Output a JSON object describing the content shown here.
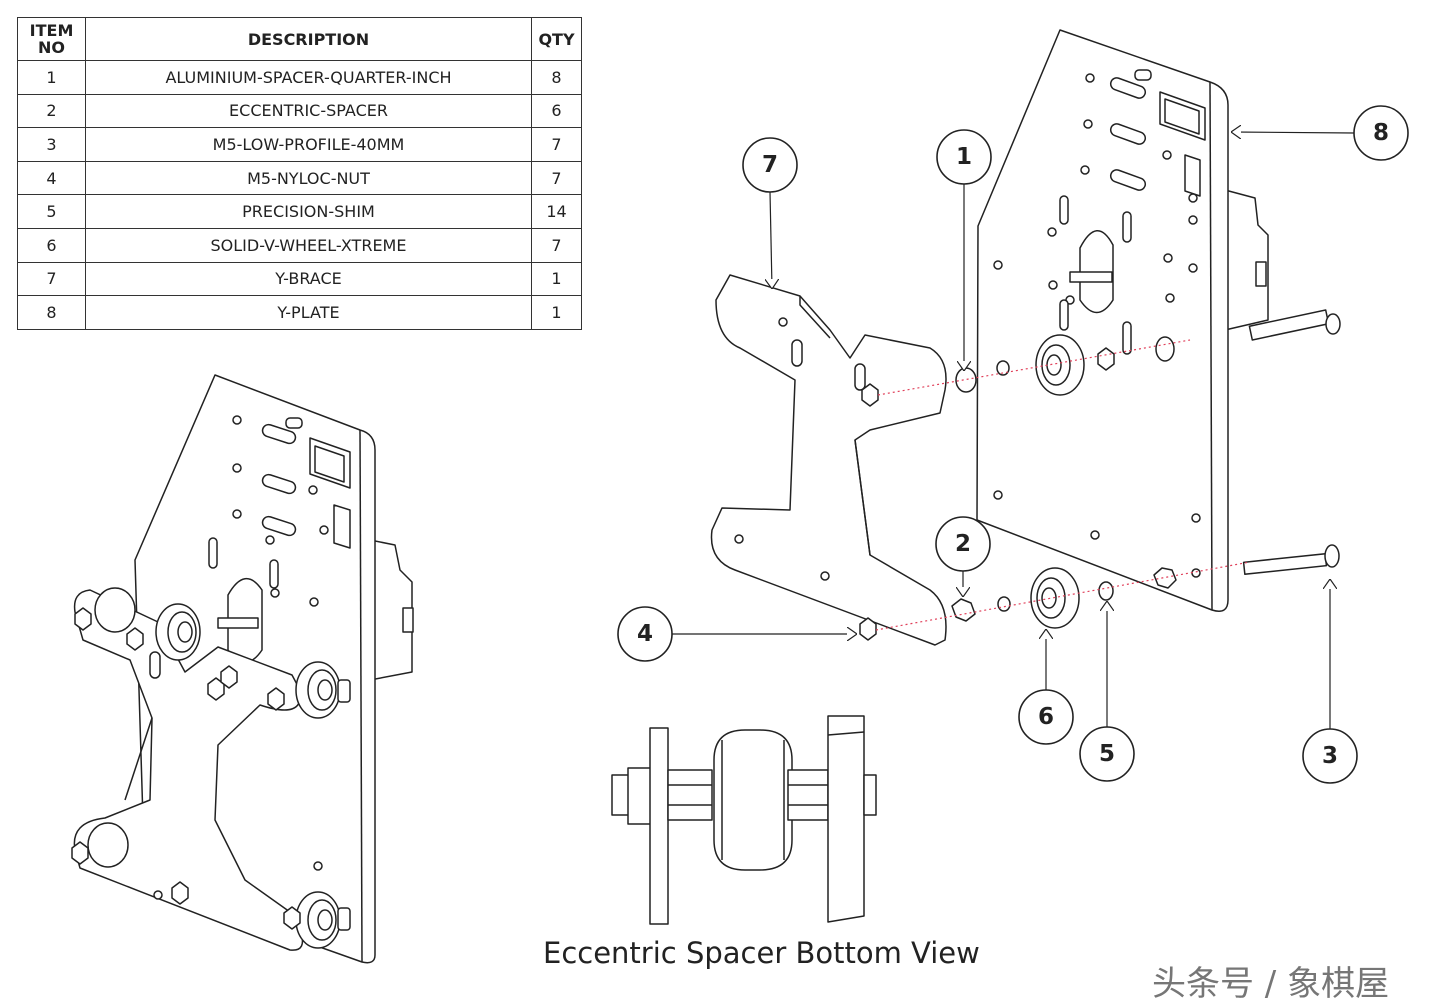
{
  "bom": {
    "headers": {
      "item_no_line1": "ITEM",
      "item_no_line2": "NO",
      "description": "DESCRIPTION",
      "qty": "QTY"
    },
    "rows": [
      {
        "item": "1",
        "description": "ALUMINIUM-SPACER-QUARTER-INCH",
        "qty": "8"
      },
      {
        "item": "2",
        "description": "ECCENTRIC-SPACER",
        "qty": "6"
      },
      {
        "item": "3",
        "description": "M5-LOW-PROFILE-40MM",
        "qty": "7"
      },
      {
        "item": "4",
        "description": "M5-NYLOC-NUT",
        "qty": "7"
      },
      {
        "item": "5",
        "description": "PRECISION-SHIM",
        "qty": "14"
      },
      {
        "item": "6",
        "description": "SOLID-V-WHEEL-XTREME",
        "qty": "7"
      },
      {
        "item": "7",
        "description": "Y-BRACE",
        "qty": "1"
      },
      {
        "item": "8",
        "description": "Y-PLATE",
        "qty": "1"
      }
    ]
  },
  "callouts": [
    "1",
    "2",
    "3",
    "4",
    "5",
    "6",
    "7",
    "8"
  ],
  "caption": "Eccentric Spacer Bottom View",
  "watermark": "头条号 / 象棋屋",
  "colors": {
    "line": "#222222",
    "dotted": "#e0405a",
    "fill": "#ffffff"
  }
}
